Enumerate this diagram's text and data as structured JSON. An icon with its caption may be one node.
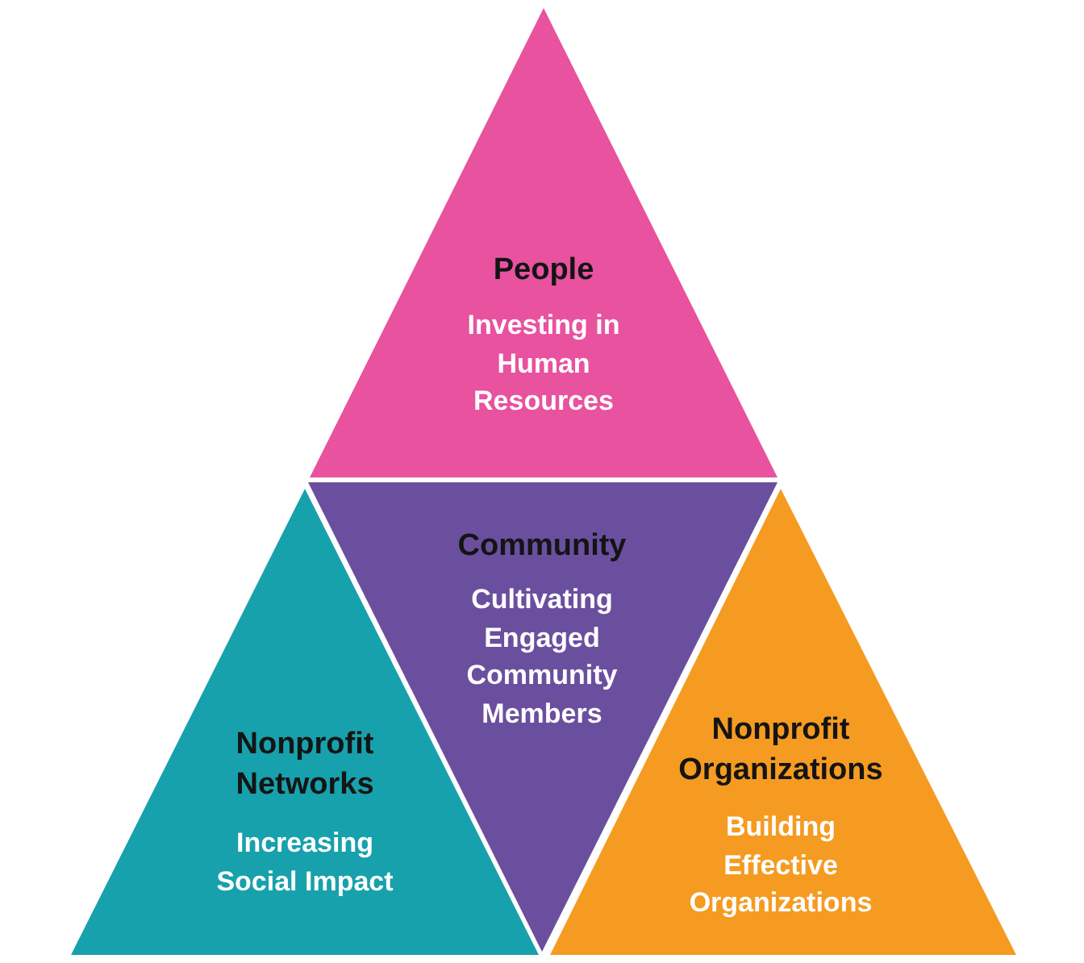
{
  "diagram": {
    "nodes": [
      {
        "text": [
          "People",
          "Investing in Human Resources"
        ]
      },
      {
        "text": [
          "Nonprofit Networks",
          "Increasing Social Impact"
        ]
      },
      {
        "text": [
          "Community",
          "Cultivating Engaged Community Members"
        ]
      },
      {
        "text": [
          "Nonprofit Organizations",
          "Building Effective Organizations"
        ]
      }
    ]
  }
}
